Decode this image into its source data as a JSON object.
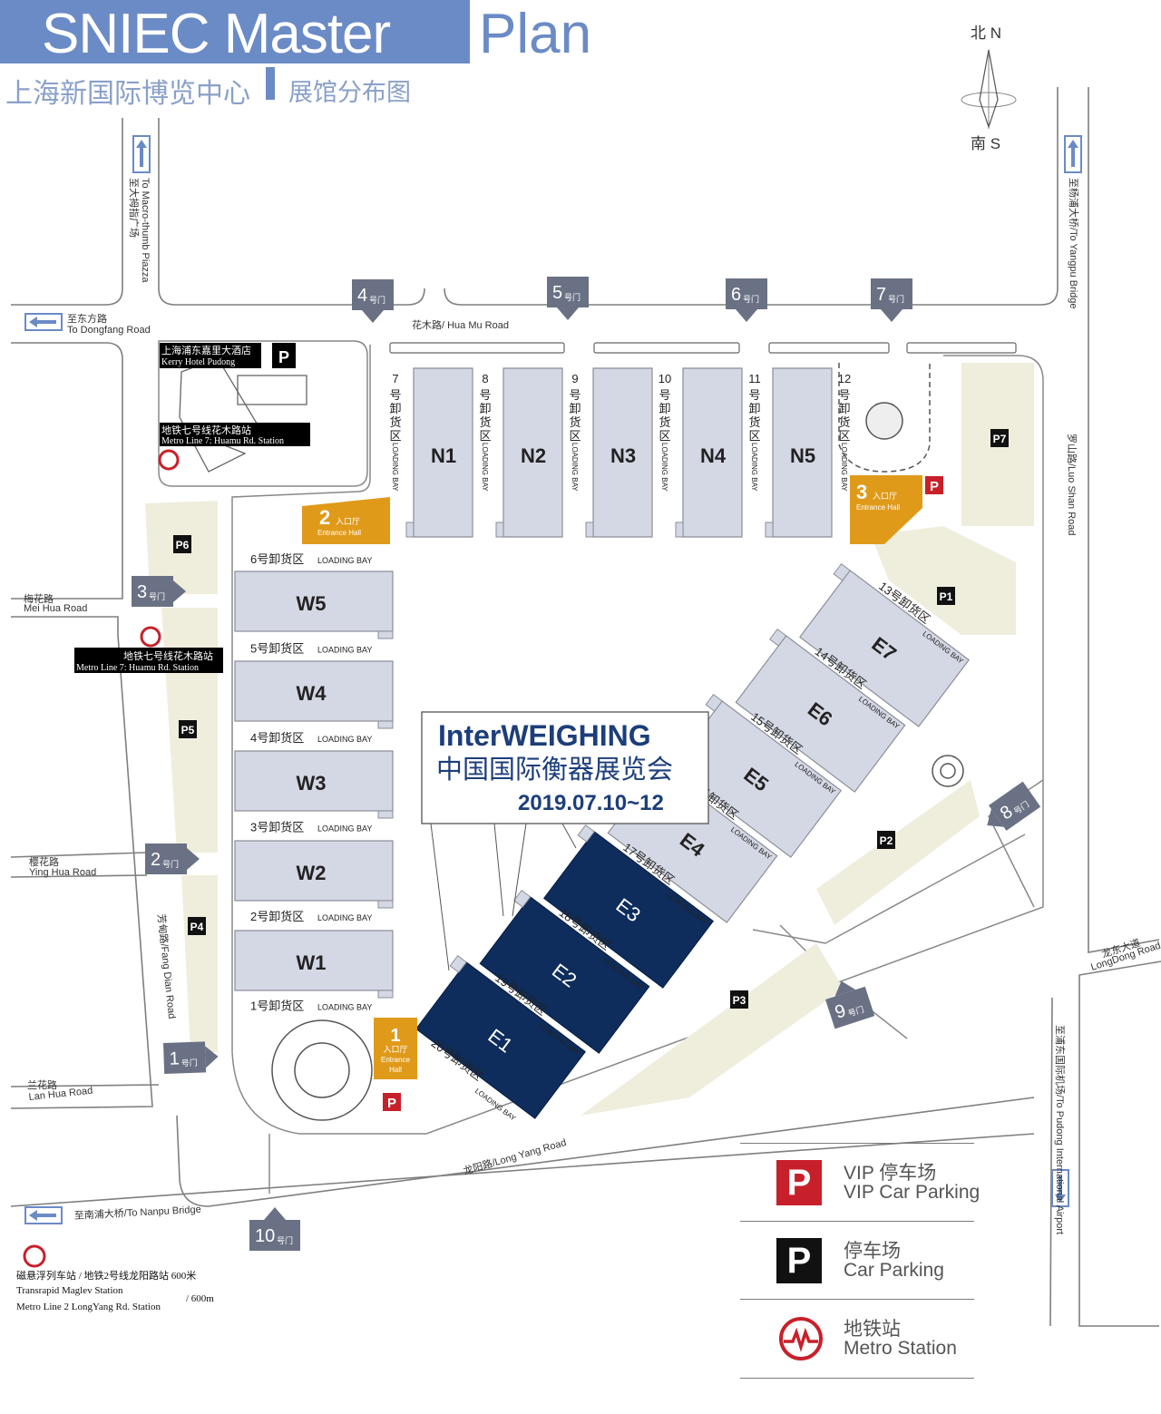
{
  "title": {
    "main": "SNIEC   Master",
    "plan": "Plan",
    "cn_left": "上海新国际博览中心",
    "cn_right": "展馆分布图"
  },
  "compass": {
    "north": "北 N",
    "south": "南 S"
  },
  "roads": {
    "macro_thumb_cn": "至大拇指广场",
    "macro_thumb_en": "To Macro-thumb Piazza",
    "dongfang_cn": "至东方路",
    "dongfang_en": "To Dongfang Road",
    "huamu": "花木路/ Hua Mu Road",
    "meihua_cn": "梅花路",
    "meihua_en": "Mei Hua Road",
    "yinghua_cn": "樱花路",
    "yinghua_en": "Ying Hua Road",
    "fangdian": "芳甸路/Fang Dian Road",
    "lanhua_cn": "兰花路",
    "lanhua_en": "Lan Hua Road",
    "nanpu": "至南浦大桥/To Nanpu Bridge",
    "longyang": "龙阳路/Long Yang Road",
    "luoshan": "罗山路/Luo Shan Road",
    "yangpu": "至杨浦大桥/To Yangpu Bridge",
    "longdong_cn": "龙东大道",
    "longdong_en": "LongDong Road",
    "airport": "至浦东国际机场/To Pudong International Airport"
  },
  "gates": [
    {
      "num": "1",
      "suffix": "号门"
    },
    {
      "num": "2",
      "suffix": "号门"
    },
    {
      "num": "3",
      "suffix": "号门"
    },
    {
      "num": "4",
      "suffix": "号门"
    },
    {
      "num": "5",
      "suffix": "号门"
    },
    {
      "num": "6",
      "suffix": "号门"
    },
    {
      "num": "7",
      "suffix": "号门"
    },
    {
      "num": "8",
      "suffix": "号门"
    },
    {
      "num": "9",
      "suffix": "号门"
    },
    {
      "num": "10",
      "suffix": "号门"
    }
  ],
  "entrances": [
    {
      "num": "1",
      "cn": "入口厅",
      "en1": "Entrance",
      "en2": "Hall"
    },
    {
      "num": "2",
      "cn": "入口厅",
      "en": "Entrance Hall"
    },
    {
      "num": "3",
      "cn": "入口厅",
      "en": "Entrance Hall"
    }
  ],
  "halls": {
    "north": [
      "N1",
      "N2",
      "N3",
      "N4",
      "N5"
    ],
    "west": [
      "W5",
      "W4",
      "W3",
      "W2",
      "W1"
    ],
    "east_light": [
      "E7",
      "E6",
      "E5",
      "E4"
    ],
    "east_dark": [
      "E3",
      "E2",
      "E1"
    ]
  },
  "loading": {
    "north_nums": [
      "7",
      "8",
      "9",
      "10",
      "11",
      "12"
    ],
    "north_cn": "号\n卸\n货\n区",
    "bay": "LOADING BAY",
    "west": [
      "6号卸货区",
      "5号卸货区",
      "4号卸货区",
      "3号卸货区",
      "2号卸货区",
      "1号卸货区"
    ],
    "east": [
      "13号卸货区",
      "14号卸货区",
      "15号卸货区",
      "16号卸货区",
      "17号卸货区",
      "18号卸货区",
      "19号卸货区",
      "20号卸货区"
    ]
  },
  "parking": [
    "P1",
    "P2",
    "P3",
    "P4",
    "P5",
    "P6",
    "P7"
  ],
  "hotel": {
    "cn": "上海浦东嘉里大酒店",
    "en": "Kerry Hotel Pudong"
  },
  "metro_huamu": {
    "cn": "地铁七号线花木路站",
    "en": "Metro Line 7: Huamu Rd. Station"
  },
  "metro_south": {
    "cn": "磁悬浮列车站 / 地铁2号线龙阳路站  600米",
    "en1": "Transrapid Maglev Station",
    "en2": "Metro Line 2 LongYang Rd. Station",
    "dist": "/ 600m"
  },
  "event": {
    "name": "InterWEIGHING",
    "cn": "中国国际衡器展览会",
    "date": "2019.07.10~12"
  },
  "legend": [
    {
      "cn": "VIP 停车场",
      "en": "VIP Car Parking",
      "icon": "P",
      "color": "#c8202a"
    },
    {
      "cn": "停车场",
      "en": "Car Parking",
      "icon": "P",
      "color": "#111111"
    },
    {
      "cn": "地铁站",
      "en": "Metro Station",
      "icon": "metro-icon",
      "color": "#c8202a"
    }
  ],
  "colors": {
    "hall": "#d4d8e4",
    "hall_dark": "#0e2d5c",
    "entrance": "#e09a1a",
    "gate": "#6a7184",
    "park": "#efeedd",
    "title": "#6b8bc6",
    "road": "#7f7f7f"
  }
}
